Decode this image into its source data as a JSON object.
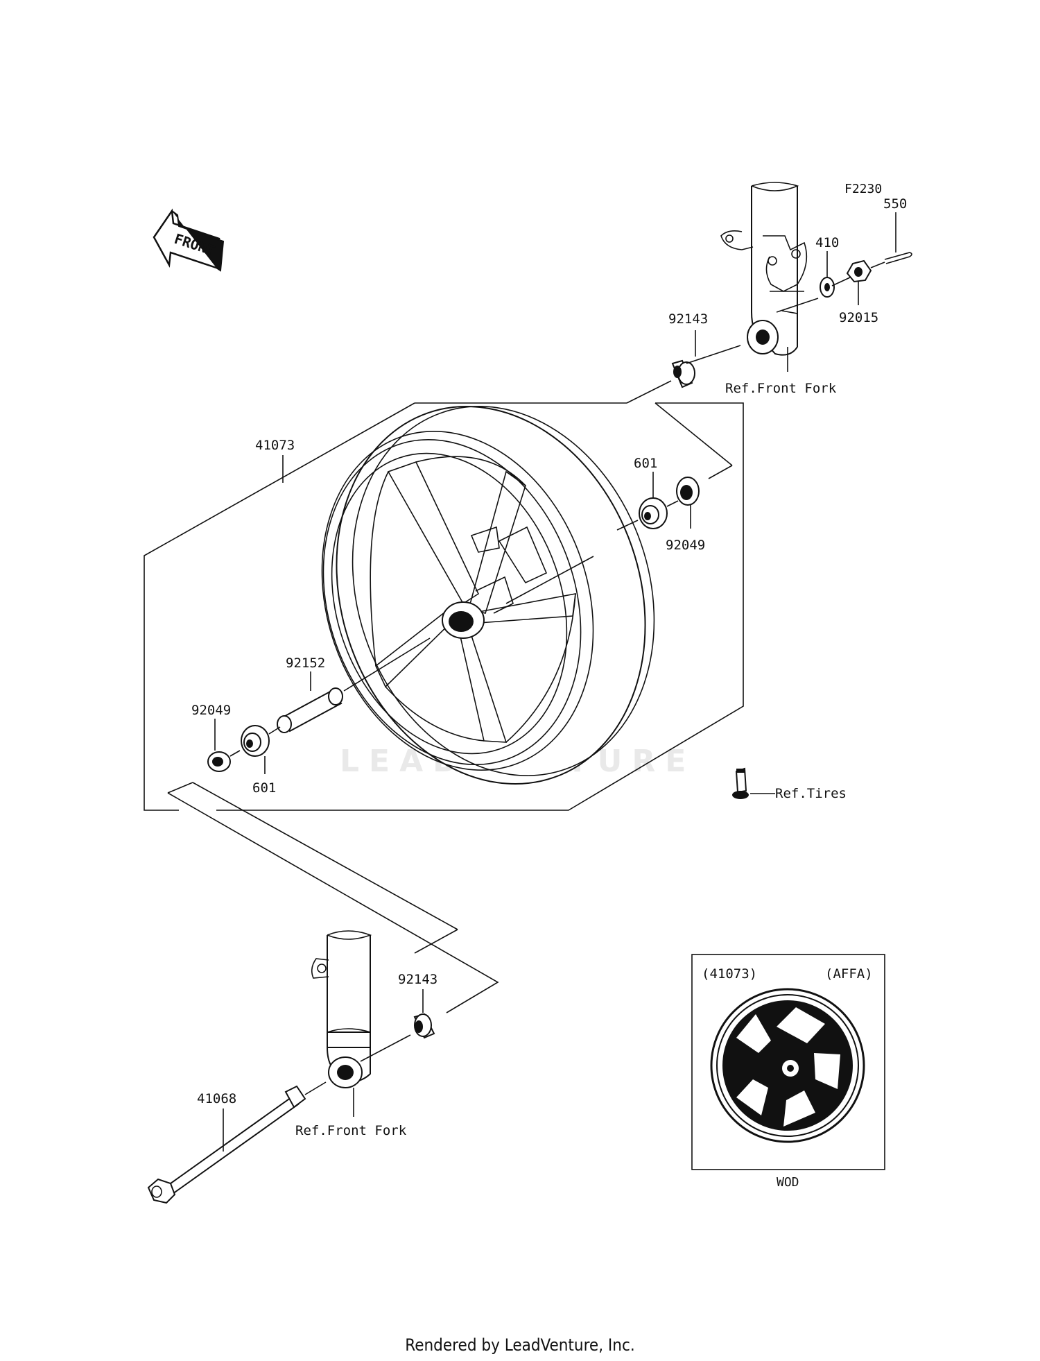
{
  "diagram_code": "F2230",
  "direction_label": "FRONT",
  "watermark": "LEADVENTURE",
  "parts": {
    "p550": "550",
    "p410": "410",
    "p92015": "92015",
    "p92143_top": "92143",
    "p92143_bottom": "92143",
    "p601_right": "601",
    "p601_left": "601",
    "p92049_right": "92049",
    "p92049_left": "92049",
    "p41073": "41073",
    "p92152": "92152",
    "p41068": "41068"
  },
  "refs": {
    "front_fork_top": "Ref.Front Fork",
    "front_fork_bottom": "Ref.Front Fork",
    "tires": "Ref.Tires"
  },
  "inset": {
    "part": "(41073)",
    "color_code": "(AFFA)",
    "caption": "WOD"
  },
  "footer": "Rendered by LeadVenture, Inc."
}
